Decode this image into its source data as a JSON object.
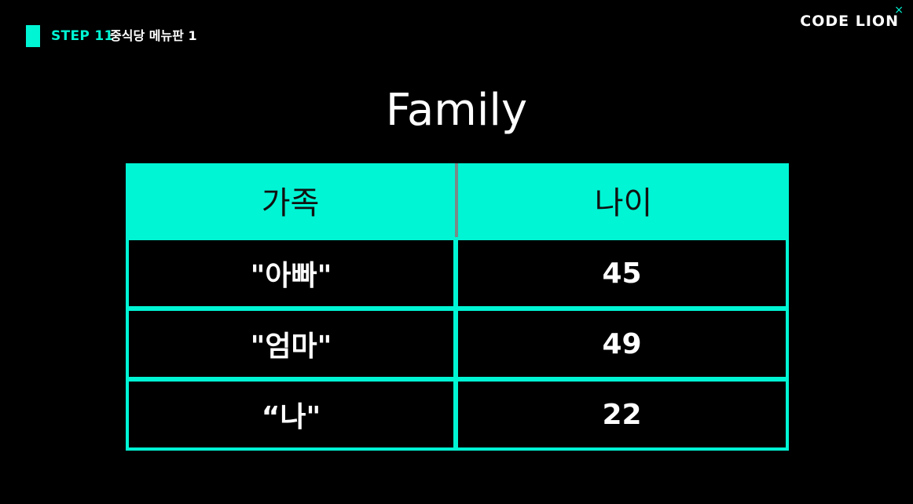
{
  "header": {
    "step_label": "STEP 11",
    "step_title": "중식당 메뉴판 1",
    "brand": "CODE LION",
    "brand_mark": "×"
  },
  "slide": {
    "title": "Family"
  },
  "table": {
    "columns": [
      "가족",
      "나이"
    ],
    "rows": [
      [
        "\"아빠\"",
        "45"
      ],
      [
        "\"엄마\"",
        "49"
      ],
      [
        "“나\"",
        "22"
      ]
    ]
  },
  "colors": {
    "accent": "#00f5d4",
    "background": "#000000",
    "text": "#ffffff"
  }
}
